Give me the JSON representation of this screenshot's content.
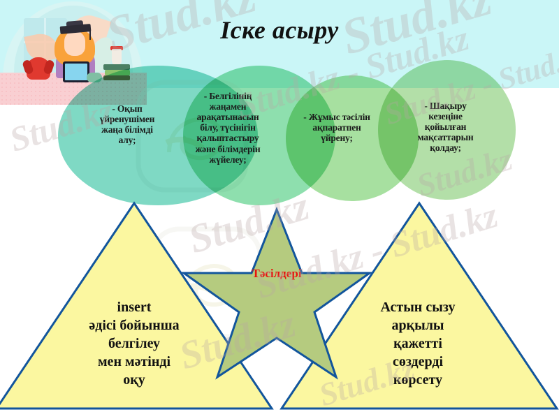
{
  "slide": {
    "title": "Іске асыру",
    "background": {
      "top_band_color": "#caf6f7",
      "body_color": "#ffffff"
    }
  },
  "illustration": {
    "name": "student-girl-with-tablet-illustration",
    "elements": [
      "graduation-cap",
      "girl",
      "tablet",
      "red-dog",
      "books",
      "coffee-cup",
      "plant-leaves",
      "window"
    ]
  },
  "venn": {
    "circles": [
      {
        "id": "circle-1",
        "text": "- Оқып\nүйренушімен\nжаңа білімді\nалу;",
        "color": "#7fd9c4"
      },
      {
        "id": "circle-2",
        "text": "- Белгілінің\nжаңамен\nарақатынасын\nбілу, түсінігін\nқалыптастыру\nжәне білімдерін\nжүйелеу;",
        "color": "#8edfae"
      },
      {
        "id": "circle-3",
        "text": "- Жұмыс тәсілін\nақпаратпен\nүйрену;",
        "color": "#a7e0a0"
      },
      {
        "id": "circle-4",
        "text": "- Шақыру\nкезеңіне\nқойылған\nмақсаттарын\nқолдау;",
        "color": "#b3dfa8"
      }
    ]
  },
  "star": {
    "label": "Тәсілдері",
    "fill": "#b5cb7f",
    "stroke": "#12559c",
    "label_color": "#e8120c"
  },
  "triangles": [
    {
      "id": "triangle-left",
      "text": "insert\nәдісі бойынша\nбелгілеу\nмен мәтінді\nоқу",
      "fill": "#fbf7a0",
      "stroke": "#12559c"
    },
    {
      "id": "triangle-right",
      "text": "Астын сызу\nарқылы\nқажетті\nсөздерді\nкөрсету",
      "fill": "#fbf7a0",
      "stroke": "#12559c"
    }
  ],
  "watermarks": {
    "text_short": "Stud.kz",
    "text_long": "Stud.kz - Stud.kz",
    "color": "#b9a6a6"
  }
}
